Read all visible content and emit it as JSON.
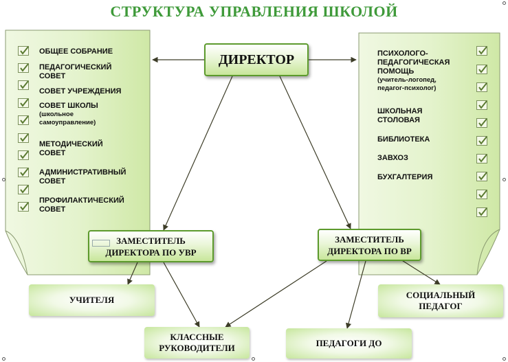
{
  "title": "СТРУКТУРА УПРАВЛЕНИЯ ШКОЛОЙ",
  "director": "ДИРЕКТОР",
  "left_list": [
    {
      "label": "ОБЩЕЕ СОБРАНИЕ",
      "sub": ""
    },
    {
      "label": "ПЕДАГОГИЧЕСКИЙ СОВЕТ",
      "sub": ""
    },
    {
      "label": "СОВЕТ УЧРЕЖДЕНИЯ",
      "sub": ""
    },
    {
      "label": "СОВЕТ ШКОЛЫ",
      "sub": "(школьное самоуправление)"
    },
    {
      "label": "МЕТОДИЧЕСКИЙ СОВЕТ",
      "sub": ""
    },
    {
      "label": "АДМИНИСТРАТИВНЫЙ СОВЕТ",
      "sub": ""
    },
    {
      "label": "ПРОФИЛАКТИЧЕСКИЙ СОВЕТ",
      "sub": ""
    }
  ],
  "right_list": [
    {
      "label": "ПСИХОЛОГО-ПЕДАГОГИЧЕСКАЯ ПОМОЩЬ",
      "sub": "(учитель-логопед, педагог-психолог)"
    },
    {
      "label": "ШКОЛЬНАЯ СТОЛОВАЯ",
      "sub": ""
    },
    {
      "label": "БИБЛИОТЕКА",
      "sub": ""
    },
    {
      "label": "ЗАВХОЗ",
      "sub": ""
    },
    {
      "label": "БУХГАЛТЕРИЯ",
      "sub": ""
    }
  ],
  "deputy_uvr": "ЗАМЕСТИТЕЛЬ ДИРЕКТОРА ПО УВР",
  "deputy_vr": "ЗАМЕСТИТЕЛЬ ДИРЕКТОРА ПО ВР",
  "teachers": "УЧИТЕЛЯ",
  "class_leaders": "КЛАССНЫЕ РУКОВОДИТЕЛИ",
  "extra_teachers": "ПЕДАГОГИ ДО",
  "social_teacher": "СОЦИАЛЬНЫЙ ПЕДАГОГ",
  "colors": {
    "title": "#3f9a3a",
    "sheet_fill": "#dcefbe",
    "box_border": "#5c9a2c",
    "lines": "#4a4a2a"
  }
}
